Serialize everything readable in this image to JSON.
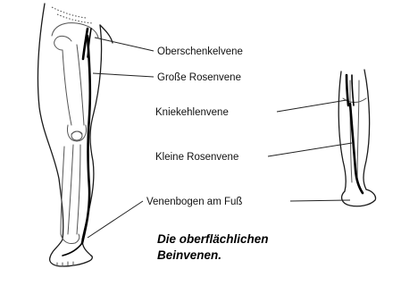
{
  "labels": {
    "oberschenkelvene": "Oberschenkelvene",
    "grosse_rosenvene": "Große Rosenvene",
    "kniekehlenvene": "Kniekehlenvene",
    "kleine_rosenvene": "Kleine Rosenvene",
    "venenbogen": "Venenbogen am Fuß"
  },
  "caption": {
    "line1": "Die oberflächlichen",
    "line2": "Beinvenen."
  }
}
